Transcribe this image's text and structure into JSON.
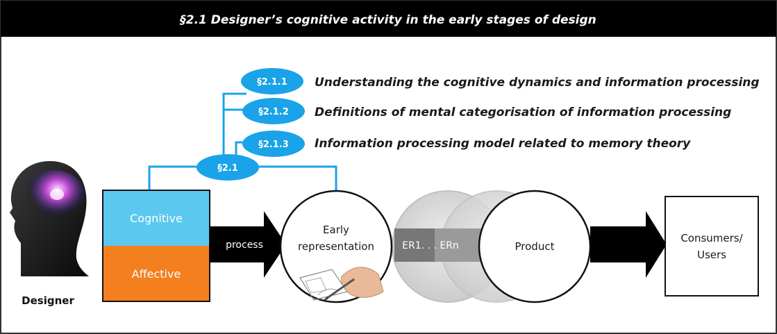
{
  "title": "§2.1 Designer’s cognitive activity in the early stages of design",
  "sections": [
    {
      "id": "§2.1.1",
      "text": "Understanding the cognitive dynamics and information processing"
    },
    {
      "id": "§2.1.2",
      "text": "Definitions of mental categorisation of information processing"
    },
    {
      "id": "§2.1.3",
      "text": "Information processing model related to memory theory"
    }
  ],
  "main_section": "§2.1",
  "designer": {
    "label": "Designer"
  },
  "stack": {
    "top": "Cognitive",
    "bottom": "Affective"
  },
  "process_label": "process",
  "early_representation": {
    "line1": "Early",
    "line2": "representation"
  },
  "er_label": "ER1. . . ERn",
  "product_label": "Product",
  "consumers": {
    "line1": "Consumers/",
    "line2": "Users"
  },
  "colors": {
    "accent_blue": "#1aa3e8",
    "cognitive": "#5bc8ef",
    "affective": "#f47f1f",
    "title_bar": "#000000"
  }
}
